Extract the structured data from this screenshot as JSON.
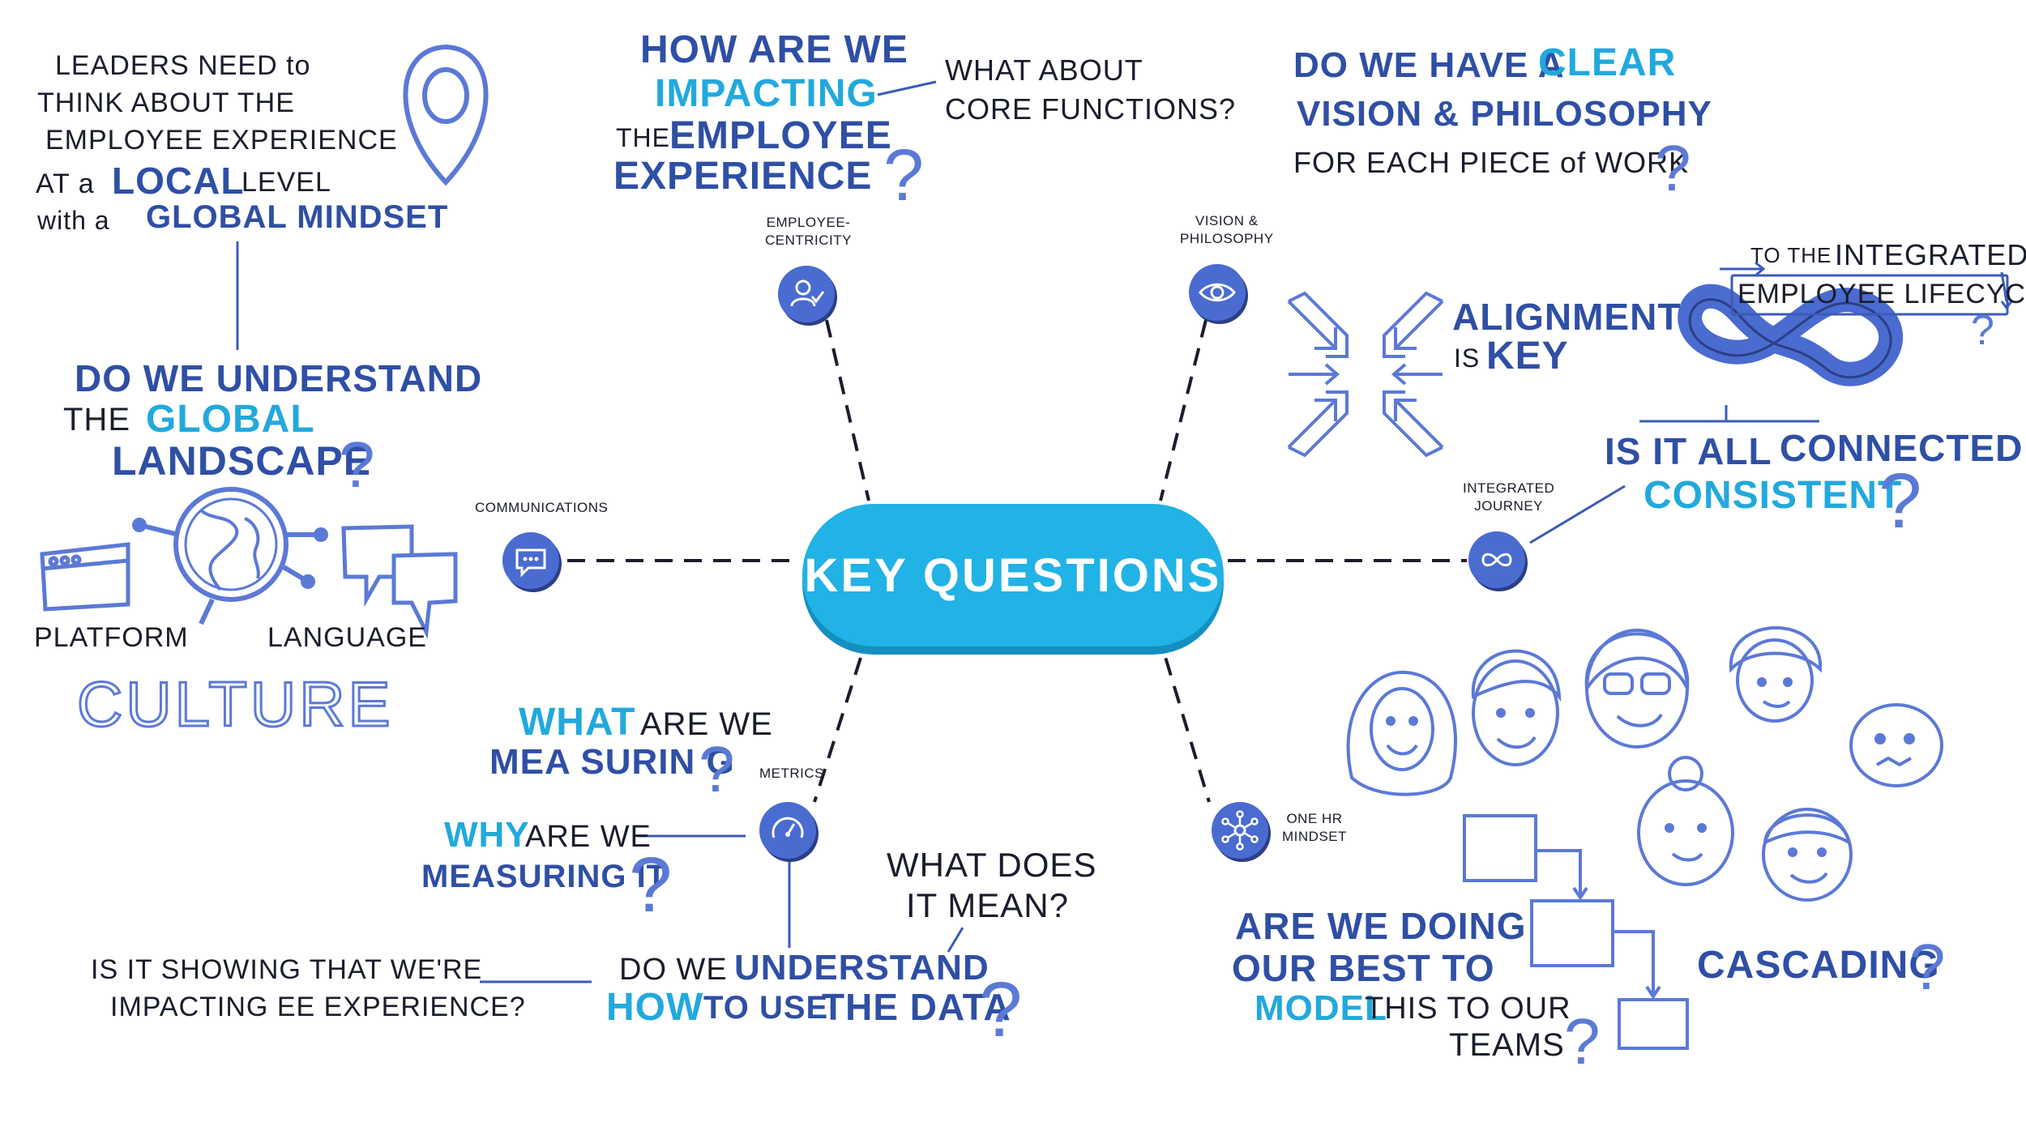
{
  "center": {
    "label": "KEY QUESTIONS"
  },
  "colors": {
    "navy": "#2f4fa5",
    "cyan": "#21a9dd",
    "pill": "#21b2e6",
    "node": "#4a6bd0",
    "sketch": "#5b79d6"
  },
  "nodes": {
    "communications": {
      "label": "COMMUNICATIONS",
      "icon": "chat-bubble-icon"
    },
    "employee_centricity": {
      "label_1": "EMPLOYEE-",
      "label_2": "CENTRICITY",
      "icon": "person-check-icon"
    },
    "vision_philosophy": {
      "label_1": "VISION &",
      "label_2": "PHILOSOPHY",
      "icon": "eye-icon"
    },
    "integrated_journey": {
      "label_1": "INTEGRATED",
      "label_2": "JOURNEY",
      "icon": "infinity-icon"
    },
    "metrics": {
      "label": "METRICS",
      "icon": "gauge-icon"
    },
    "one_hr_mindset": {
      "label_1": "ONE HR",
      "label_2": "MINDSET",
      "icon": "network-icon"
    }
  },
  "leaders": {
    "line1": "LEADERS NEED to",
    "line2": "THINK ABOUT THE",
    "line3": "EMPLOYEE EXPERIENCE",
    "line4_a": "AT a",
    "line4_b": "LOCAL",
    "line4_c": "LEVEL",
    "line5_a": "with a",
    "line5_b": "GLOBAL MINDSET"
  },
  "global": {
    "line1": "DO WE UNDERSTAND",
    "line2_a": "THE",
    "line2_b": "GLOBAL",
    "line3": "LANDSCAPE",
    "platform": "PLATFORM",
    "language": "LANGUAGE",
    "culture": "CULTURE"
  },
  "impact": {
    "line1": "HOW ARE WE",
    "line2": "IMPACTING",
    "line3_a": "THE",
    "line3_b": "EMPLOYEE",
    "line4": "EXPERIENCE",
    "side1": "WHAT ABOUT",
    "side2": "CORE FUNCTIONS?"
  },
  "vision": {
    "line1_a": "DO WE HAVE A",
    "line1_b": "CLEAR",
    "line2": "VISION & PHILOSOPHY",
    "line3": "FOR EACH PIECE of WORK",
    "alignment_1": "ALIGNMENT",
    "alignment_2_a": "IS",
    "alignment_2_b": "KEY"
  },
  "lifecycle": {
    "line1_a": "TO THE",
    "line1_b": "INTEGRATED",
    "line2": "EMPLOYEE LIFECYCLE",
    "connected_a": "IS IT ALL",
    "connected_b": "CONNECTED",
    "consistent": "CONSISTENT"
  },
  "metrics": {
    "what_a": "WHAT",
    "what_b": "ARE WE",
    "measuring": "MEA SURIN G",
    "why_a": "WHY",
    "why_b": "ARE WE",
    "why_line2": "MEASURING IT",
    "whatdoes_1": "WHAT DOES",
    "whatdoes_2": "IT MEAN?",
    "understand_a": "DO WE",
    "understand_b": "UNDERSTAND",
    "how_a": "HOW",
    "how_b": "TO USE",
    "how_c": "THE DATA",
    "showing_1": "IS IT SHOWING THAT WE'RE",
    "showing_2": "IMPACTING EE EXPERIENCE?"
  },
  "onehr": {
    "line1": "ARE WE DOING",
    "line2": "OUR BEST TO",
    "line3_a": "MODEL",
    "line3_b": "THIS TO OUR",
    "line4": "TEAMS",
    "cascading": "CASCADING"
  }
}
